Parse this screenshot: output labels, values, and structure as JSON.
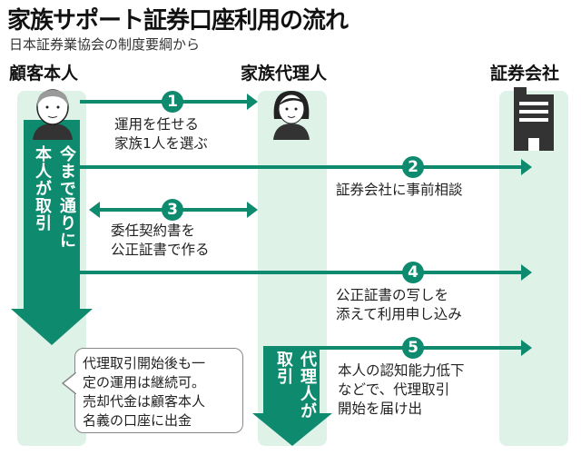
{
  "title": "家族サポート証券口座利用の流れ",
  "subtitle": "日本証券業協会の制度要綱から",
  "lanes": {
    "customer": "顧客本人",
    "agent": "家族代理人",
    "company": "証券会社"
  },
  "left_arrow": {
    "col1": "今まで通りに",
    "col2": "本人が取引"
  },
  "middle_arrow": {
    "col1": "代理人が",
    "col2": "取引"
  },
  "steps": [
    {
      "num": "1",
      "label": "運用を任せる\n家族1人を選ぶ"
    },
    {
      "num": "2",
      "label": "証券会社に事前相談"
    },
    {
      "num": "3",
      "label": "委任契約書を\n公正証書で作る"
    },
    {
      "num": "4",
      "label": "公正証書の写しを\n添えて利用申し込み"
    },
    {
      "num": "5",
      "label": "本人の認知能力低下\nなどで、代理取引\n開始を届け出"
    }
  ],
  "note": "代理取引開始後も一\n定の運用は継続可。\n売却代金は顧客本人\n名義の口座に出金",
  "colors": {
    "accent": "#0e8a6e",
    "lane": "#dff2e7"
  }
}
